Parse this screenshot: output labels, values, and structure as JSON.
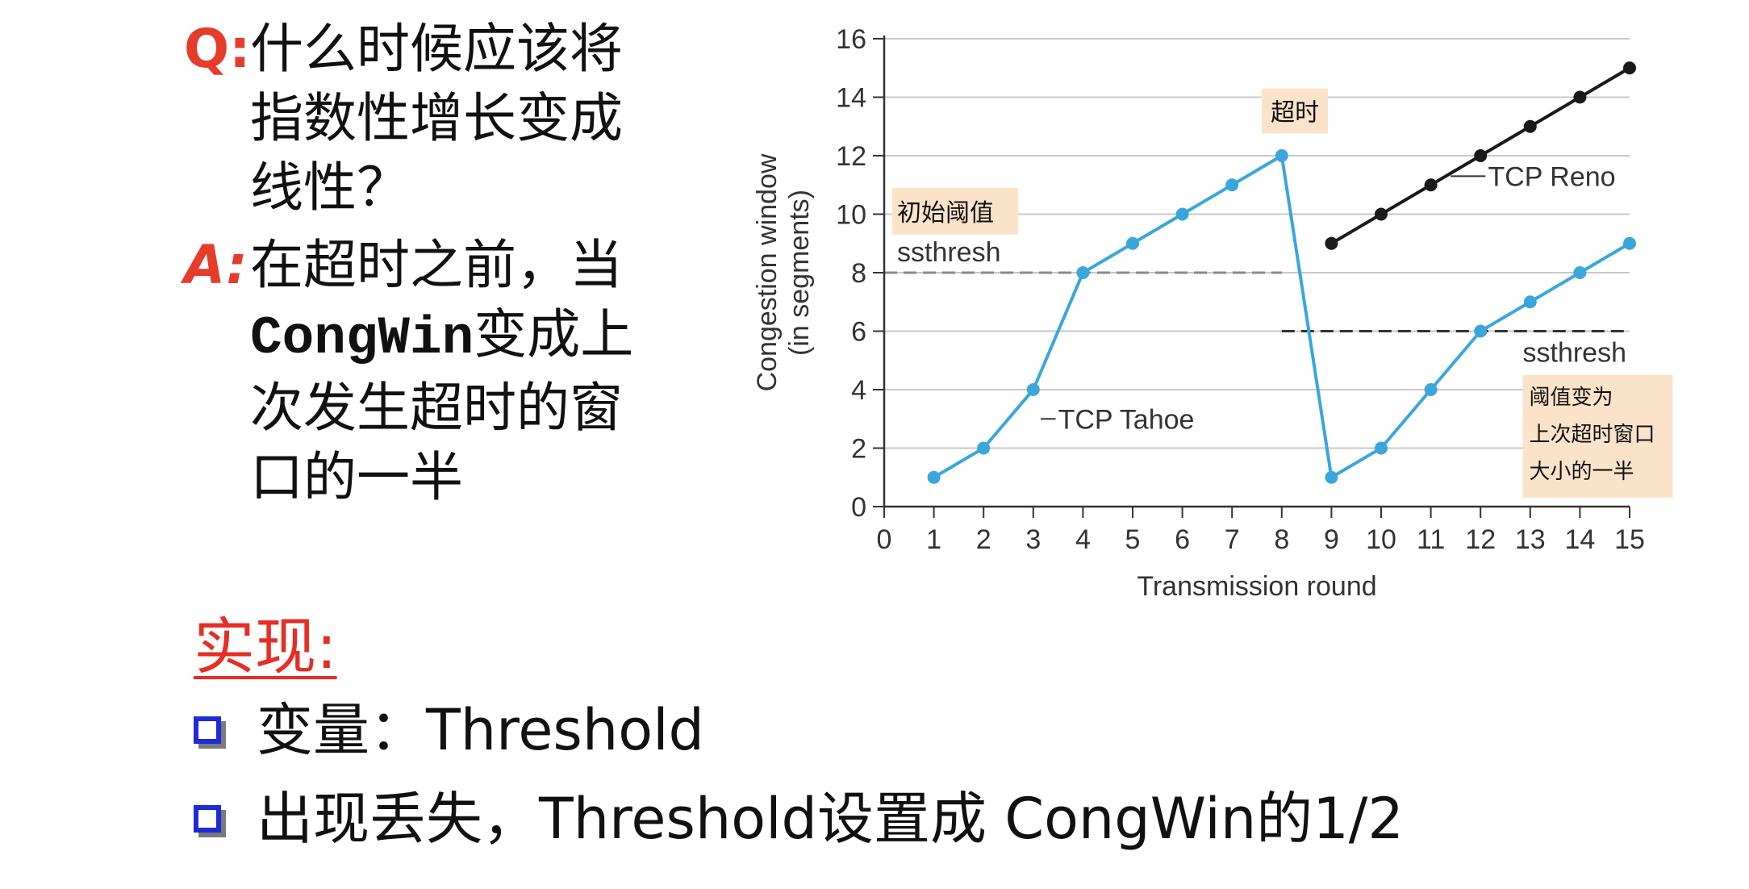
{
  "qa": {
    "q_mark": "Q:",
    "q_lines": [
      "什么时候应该将",
      "指数性增长变成",
      "线性？"
    ],
    "a_mark": "A:",
    "a_line1": "在超时之前，当",
    "a_line2_mono": "CongWin",
    "a_line2_rest": "变成上",
    "a_line3": "次发生超时的窗",
    "a_line4": "口的一半"
  },
  "impl": {
    "title": "实现:",
    "bullets": [
      "变量：Threshold",
      "出现丢失，Threshold设置成 CongWin的1/2"
    ]
  },
  "colors": {
    "tahoe": "#3ba6dc",
    "reno": "#1a1a1a",
    "annotation_bg": "#fbe3c9",
    "accent_red": "#e63c2a",
    "bullet_blue": "#1f2bd6"
  },
  "chart_data": {
    "type": "line",
    "xlabel": "Transmission round",
    "ylabel_lines": [
      "Congestion window",
      "(in segments)"
    ],
    "xlim": [
      0,
      15
    ],
    "ylim": [
      0,
      16
    ],
    "xticks": [
      0,
      1,
      2,
      3,
      4,
      5,
      6,
      7,
      8,
      9,
      10,
      11,
      12,
      13,
      14,
      15
    ],
    "yticks": [
      0,
      2,
      4,
      6,
      8,
      10,
      12,
      14,
      16
    ],
    "grid": "horizontal",
    "series": [
      {
        "name": "TCP Tahoe",
        "x": [
          1,
          2,
          3,
          4,
          5,
          6,
          7,
          8,
          9,
          10,
          11,
          12,
          13,
          14,
          15
        ],
        "y": [
          1,
          2,
          4,
          8,
          9,
          10,
          11,
          12,
          1,
          2,
          4,
          6,
          7,
          8,
          9
        ]
      },
      {
        "name": "TCP Reno",
        "x": [
          9,
          10,
          11,
          12,
          13,
          14,
          15
        ],
        "y": [
          9,
          10,
          11,
          12,
          13,
          14,
          15
        ]
      }
    ],
    "thresholds": [
      {
        "label": "ssthresh",
        "value": 8,
        "x_range": [
          0,
          8
        ]
      },
      {
        "label": "ssthresh",
        "value": 6,
        "x_range": [
          8,
          15
        ]
      }
    ],
    "annotations": {
      "timeout": "超时",
      "initial_threshold": "初始阈值",
      "new_threshold_lines": [
        "阈值变为",
        "上次超时窗口",
        "大小的一半"
      ]
    }
  }
}
